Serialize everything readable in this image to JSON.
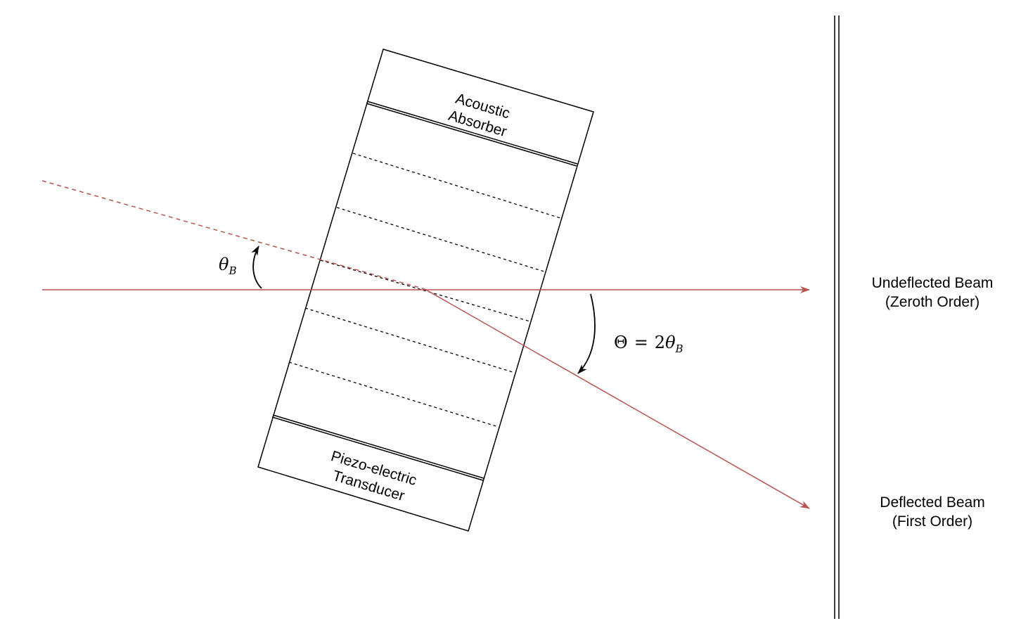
{
  "labels": {
    "absorber": {
      "line1": "Acoustic",
      "line2": "Absorber"
    },
    "transducer": {
      "line1": "Piezo-electric",
      "line2": "Transducer"
    },
    "undeflected": {
      "line1": "Undeflected Beam",
      "line2": "(Zeroth Order)"
    },
    "deflected": {
      "line1": "Deflected Beam",
      "line2": "(First Order)"
    },
    "bragg_angle": {
      "symbol": "θ",
      "subscript": "B"
    },
    "deflection_angle": {
      "lhs": "Θ",
      "equals": "=",
      "coefficient": "2",
      "symbol": "θ",
      "subscript": "B"
    }
  },
  "colors": {
    "beam": "#b85450",
    "stroke": "#000000",
    "background": "#ffffff"
  }
}
